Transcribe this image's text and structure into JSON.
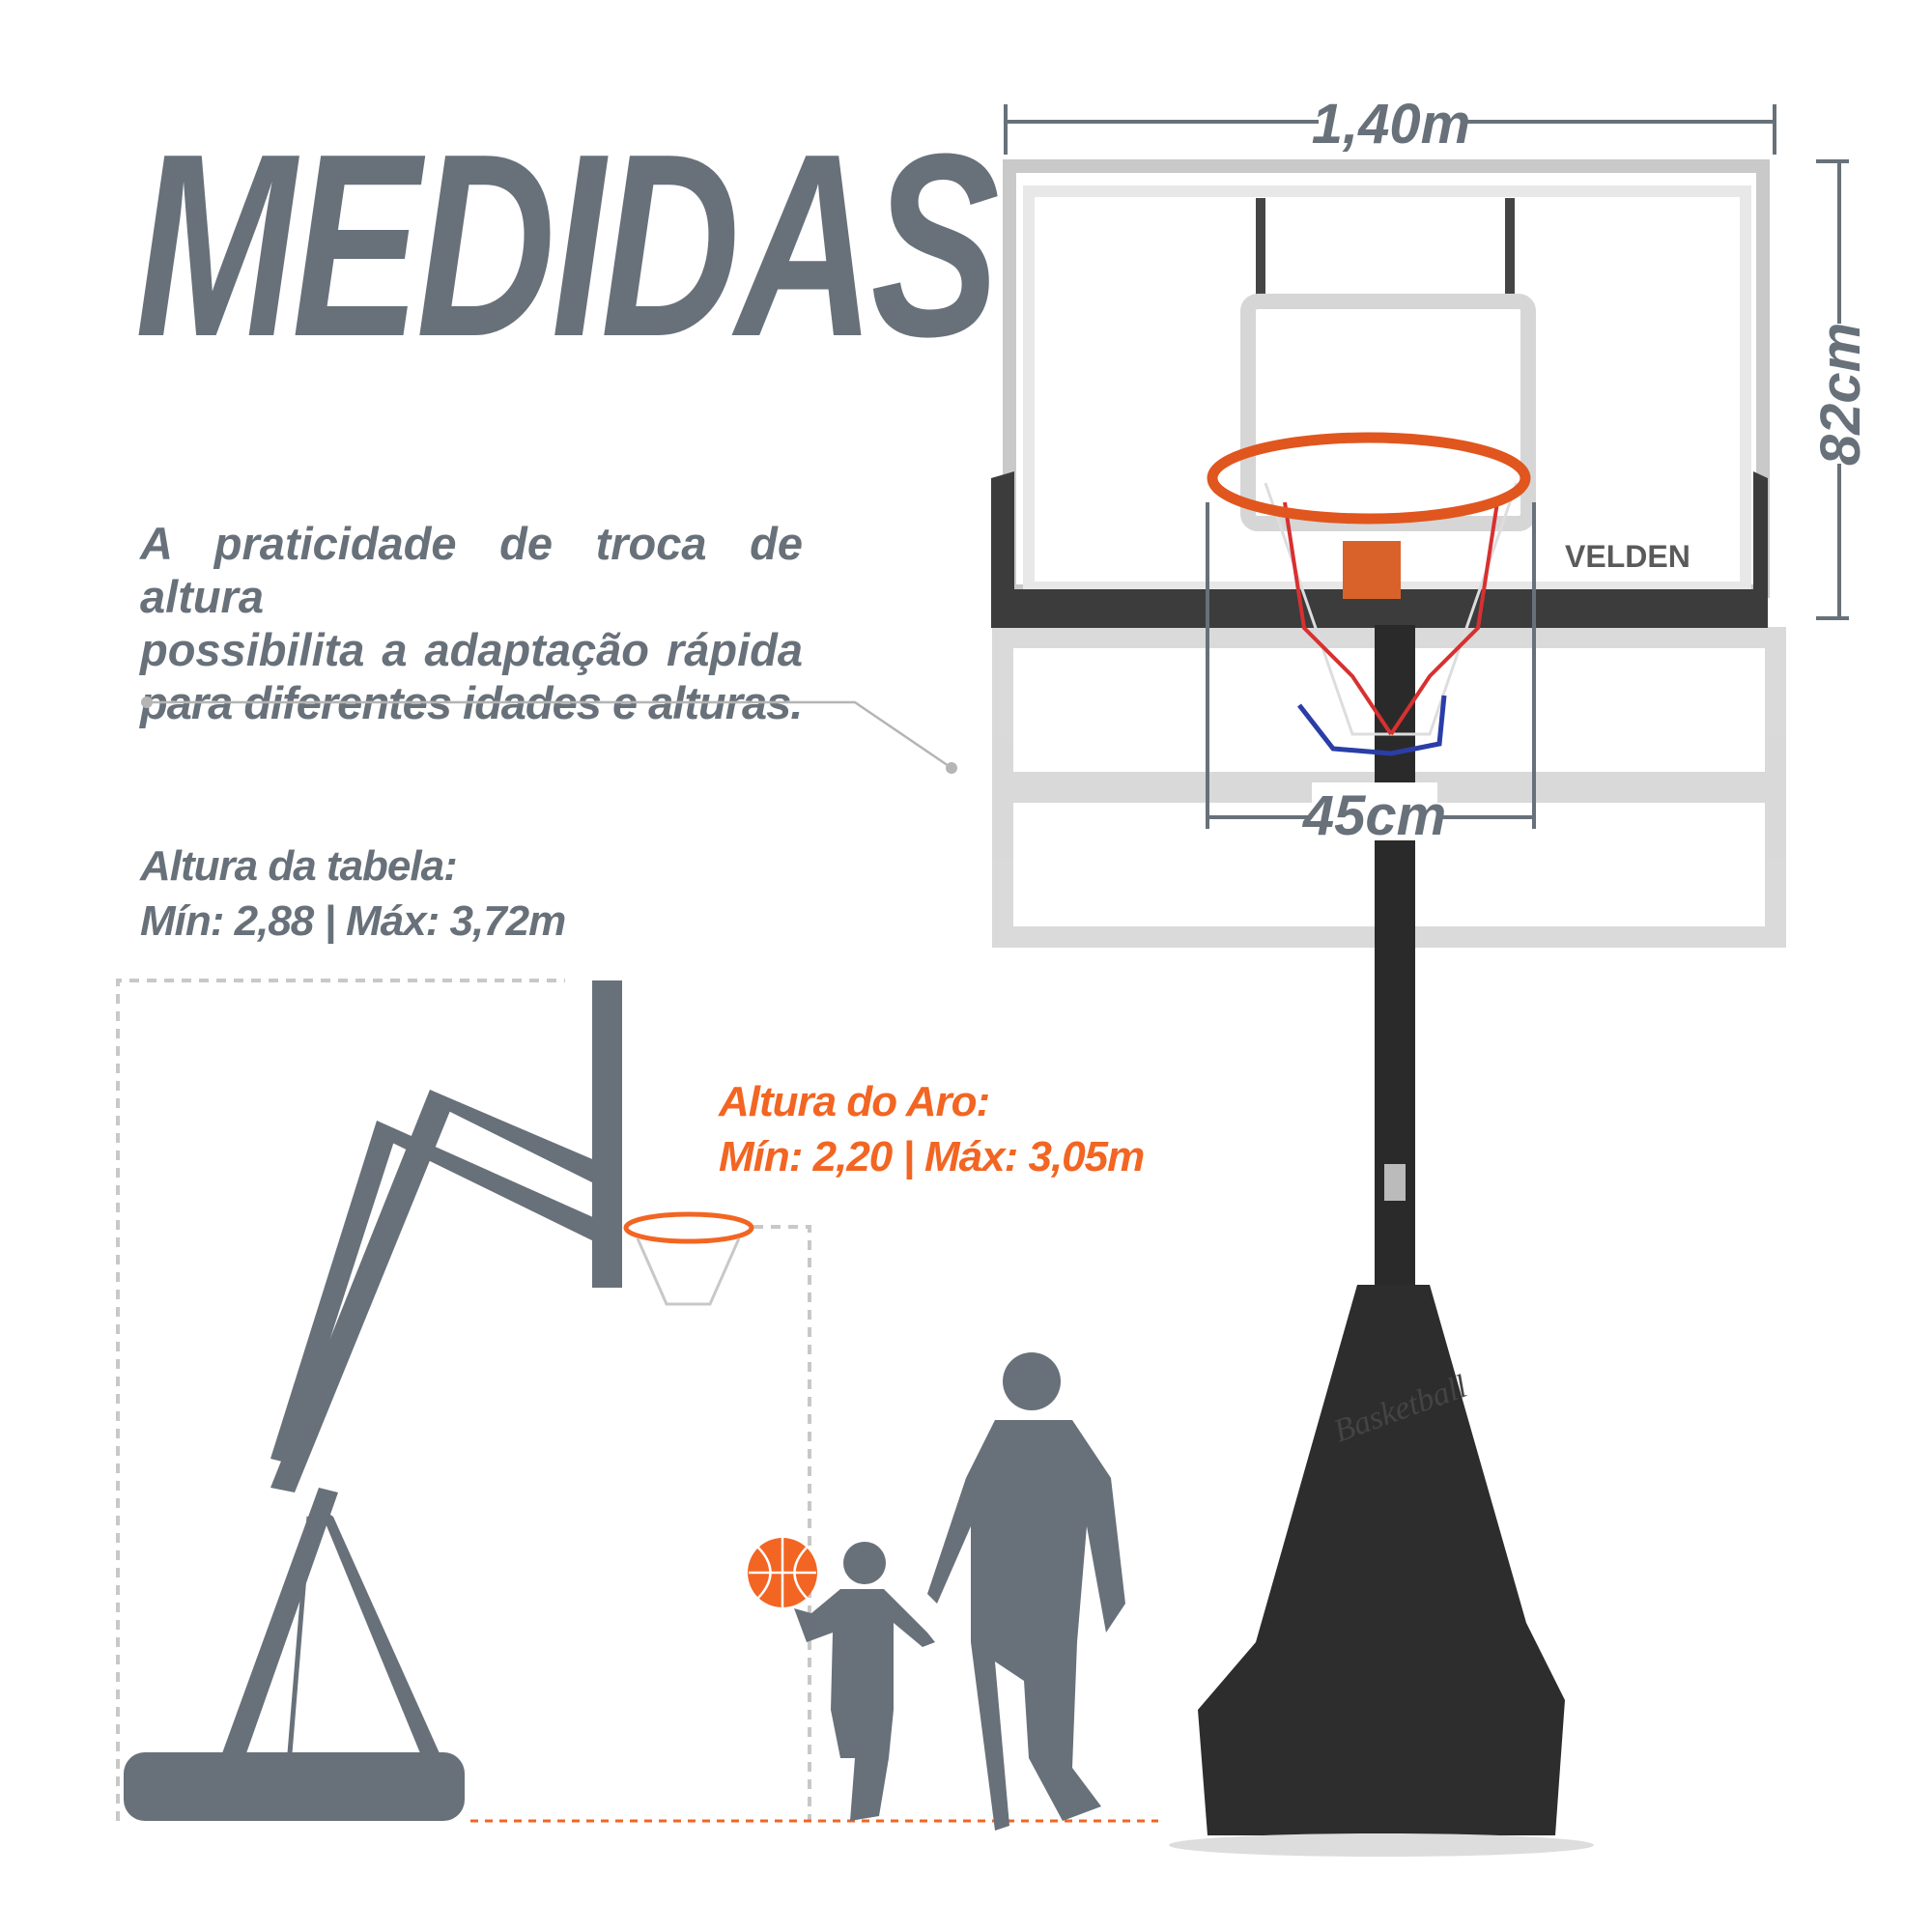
{
  "title": "MEDIDAS",
  "description": {
    "lines": [
      "A praticidade de troca de altura",
      "possibilita a adaptação rápida",
      "para diferentes idades e alturas."
    ]
  },
  "board_height": {
    "label": "Altura da tabela:",
    "range": "Mín: 2,88 | Máx: 3,72m"
  },
  "rim_height": {
    "label": "Altura do Aro:",
    "range": "Mín: 2,20 | Máx: 3,05m"
  },
  "dimensions": {
    "width": "1,40m",
    "height": "82cm",
    "rim_diameter": "45cm"
  },
  "brand": "VELDEN",
  "base_embossed_text": "Basketball",
  "colors": {
    "text_gray": "#68717a",
    "accent_orange": "#f26522",
    "pole_black": "#2a2a2a"
  }
}
